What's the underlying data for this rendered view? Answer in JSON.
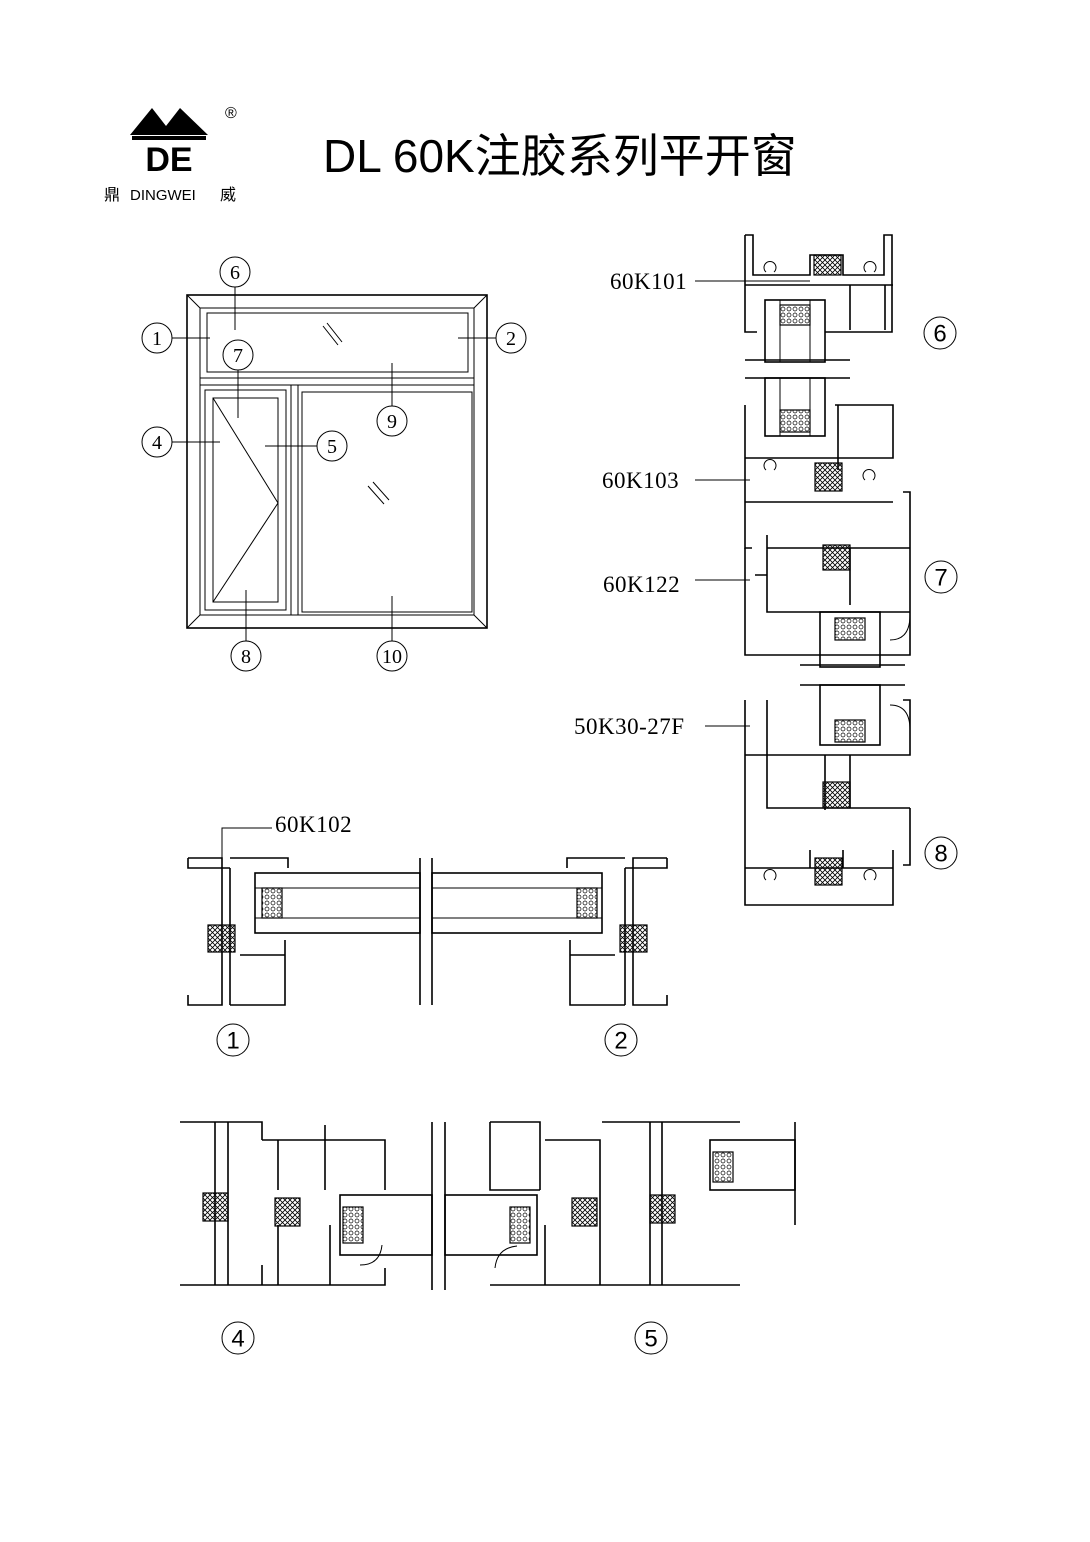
{
  "header": {
    "title": "DL 60K注胶系列平开窗",
    "logo": {
      "mark": "DE",
      "registered": "®",
      "left_char": "鼎",
      "brand": "DINGWEI",
      "right_char": "威"
    }
  },
  "elevation": {
    "parts": [
      "1",
      "2",
      "4",
      "5",
      "6",
      "7",
      "8",
      "9",
      "10"
    ]
  },
  "profiles": {
    "p101": "60K101",
    "p103": "60K103",
    "p122": "60K122",
    "p27f": "50K30-27F",
    "p102": "60K102"
  },
  "sections": {
    "s1": "1",
    "s2": "2",
    "s4": "4",
    "s5": "5",
    "s6": "6",
    "s7": "7",
    "s8": "8"
  }
}
